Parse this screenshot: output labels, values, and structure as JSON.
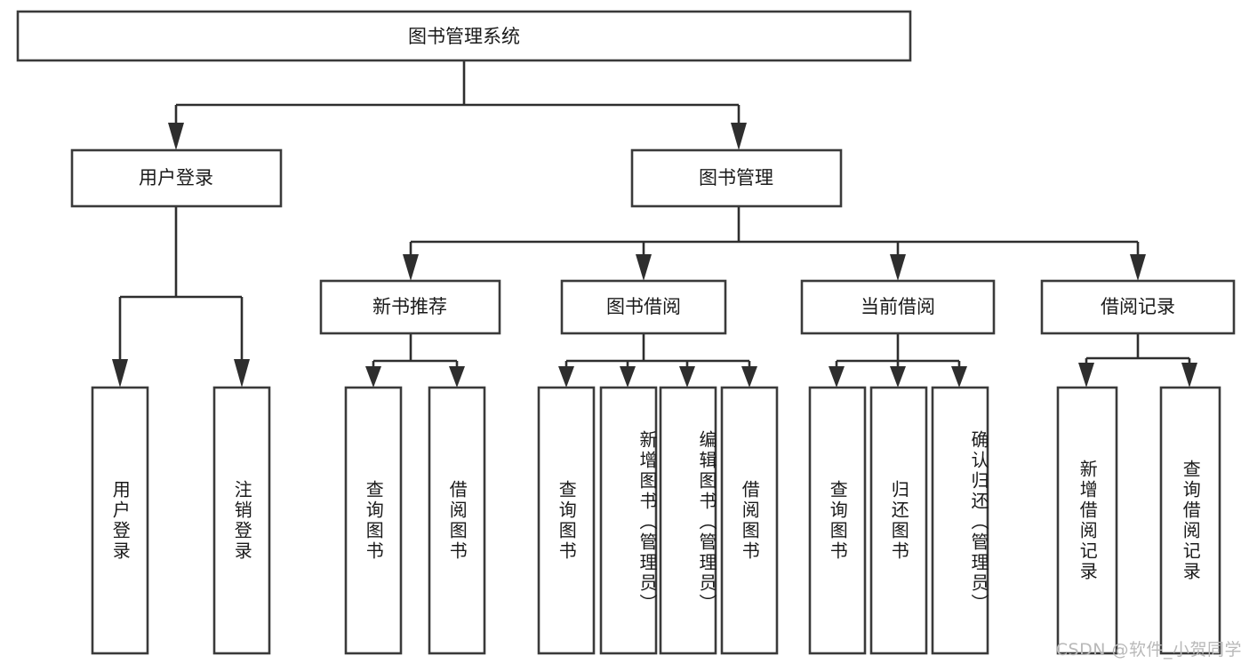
{
  "diagram": {
    "title": "图书管理系统",
    "type": "tree-hierarchy-diagram",
    "root": {
      "label": "图书管理系统"
    },
    "level2": [
      {
        "label": "用户登录"
      },
      {
        "label": "图书管理"
      }
    ],
    "level3": [
      {
        "label": "新书推荐"
      },
      {
        "label": "图书借阅"
      },
      {
        "label": "当前借阅"
      },
      {
        "label": "借阅记录"
      }
    ],
    "leaves": {
      "user_login": [
        {
          "label": "用户登录"
        },
        {
          "label": "注销登录"
        }
      ],
      "new_book_recommend": [
        {
          "label": "查询图书"
        },
        {
          "label": "借阅图书"
        }
      ],
      "book_borrow": [
        {
          "label": "查询图书"
        },
        {
          "label": "新增图书（管理员）"
        },
        {
          "label": "编辑图书（管理员）"
        },
        {
          "label": "借阅图书"
        }
      ],
      "current_borrow": [
        {
          "label": "查询图书"
        },
        {
          "label": "归还图书"
        },
        {
          "label": "确认归还（管理员）"
        }
      ],
      "borrow_record": [
        {
          "label": "新增借阅记录"
        },
        {
          "label": "查询借阅记录"
        }
      ]
    },
    "watermark": "CSDN @软件_小贺同学",
    "colors": {
      "box_stroke": "#3a3a3a",
      "connector": "#2e2e2e",
      "text": "#1a1a1a",
      "background": "#ffffff",
      "watermark": "#b9b9b9"
    }
  }
}
